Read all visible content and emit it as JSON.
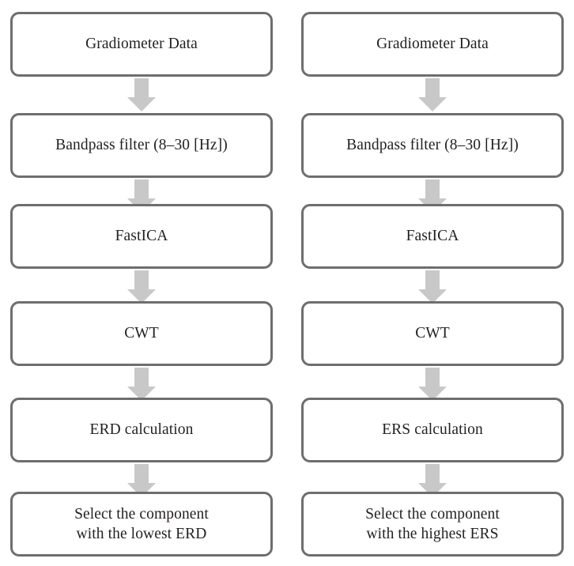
{
  "diagram": {
    "title": "ERD and ERS component selection pipelines",
    "type": "flowchart",
    "orientation": "vertical",
    "colors": {
      "box_border": "#6e6e6e",
      "box_fill": "#ffffff",
      "arrow_fill": "#c8c8c8",
      "text": "#231f20",
      "background": "#ffffff"
    },
    "arrow_icon_name": "down-block-arrow-icon",
    "columns": [
      {
        "id": "erd-pipeline",
        "name": "left-pipeline",
        "steps": [
          {
            "id": "gradiometer-data",
            "label": "Gradiometer Data"
          },
          {
            "id": "bandpass-filter",
            "label": "Bandpass filter  (8–30 [Hz])"
          },
          {
            "id": "fastica",
            "label": "FastICA"
          },
          {
            "id": "cwt",
            "label": "CWT"
          },
          {
            "id": "erd-calculation",
            "label": "ERD calculation"
          },
          {
            "id": "select-lowest-erd",
            "label": "Select the component\nwith the lowest ERD"
          }
        ],
        "connectors": [
          {
            "from": "gradiometer-data",
            "to": "bandpass-filter"
          },
          {
            "from": "bandpass-filter",
            "to": "fastica"
          },
          {
            "from": "fastica",
            "to": "cwt"
          },
          {
            "from": "cwt",
            "to": "erd-calculation"
          },
          {
            "from": "erd-calculation",
            "to": "select-lowest-erd"
          }
        ]
      },
      {
        "id": "ers-pipeline",
        "name": "right-pipeline",
        "steps": [
          {
            "id": "gradiometer-data",
            "label": "Gradiometer Data"
          },
          {
            "id": "bandpass-filter",
            "label": "Bandpass filter  (8–30 [Hz])"
          },
          {
            "id": "fastica",
            "label": "FastICA"
          },
          {
            "id": "cwt",
            "label": "CWT"
          },
          {
            "id": "ers-calculation",
            "label": "ERS calculation"
          },
          {
            "id": "select-highest-ers",
            "label": "Select the component\nwith the highest ERS"
          }
        ],
        "connectors": [
          {
            "from": "gradiometer-data",
            "to": "bandpass-filter"
          },
          {
            "from": "bandpass-filter",
            "to": "fastica"
          },
          {
            "from": "fastica",
            "to": "cwt"
          },
          {
            "from": "cwt",
            "to": "ers-calculation"
          },
          {
            "from": "ers-calculation",
            "to": "select-highest-ers"
          }
        ]
      }
    ]
  }
}
